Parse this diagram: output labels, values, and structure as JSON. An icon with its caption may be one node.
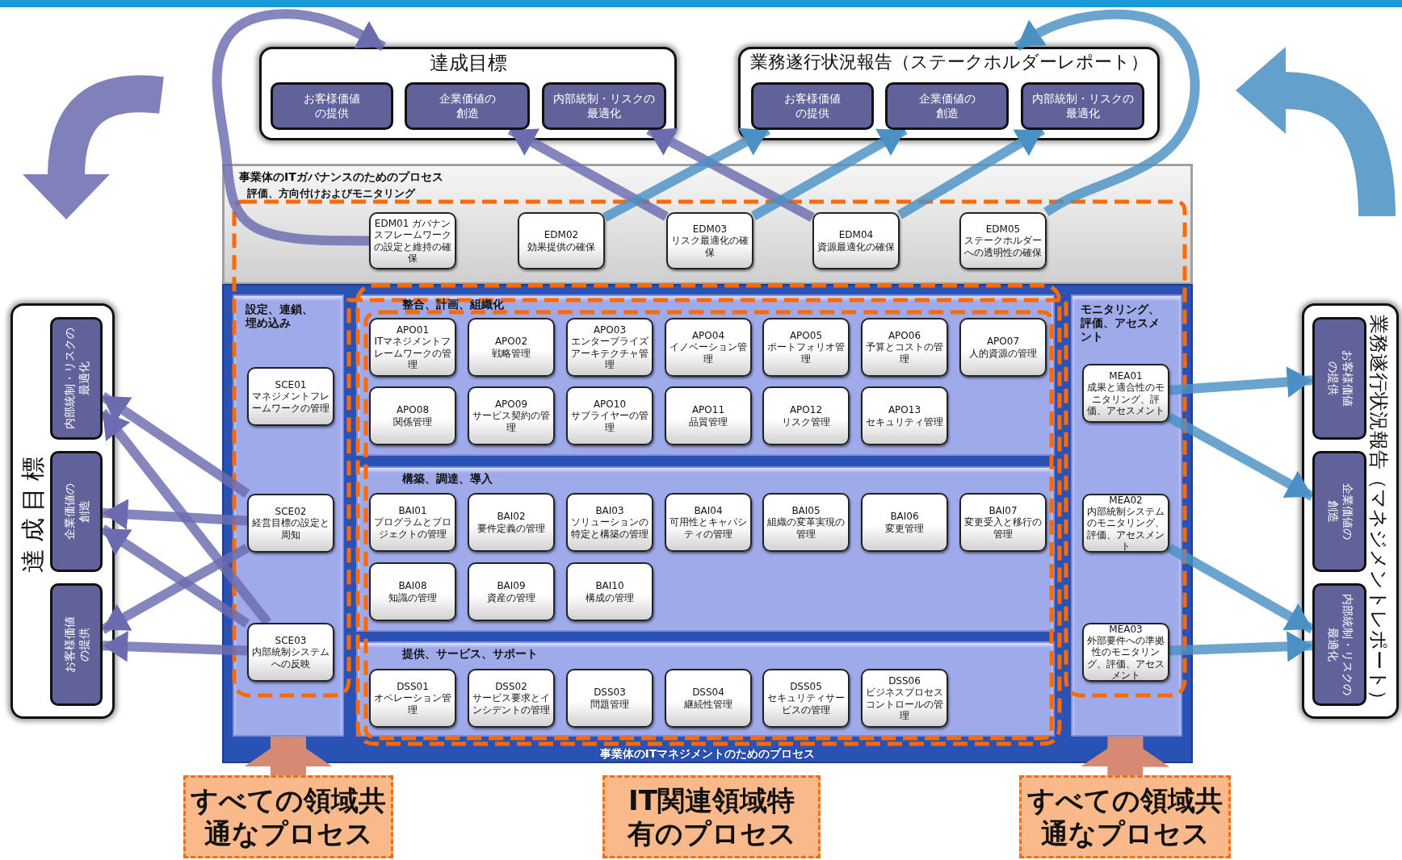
{
  "diagram": {
    "nodes": [
      {
        "text": [
          "達成目標"
        ]
      },
      {
        "text": [
          "お客様価値の提供"
        ],
        "in": 0
      },
      {
        "text": [
          "企業価値の創造"
        ],
        "in": 0
      },
      {
        "text": [
          "内部統制・リスクの最適化"
        ],
        "in": 0
      },
      {
        "text": [
          "業務遂行状況報告（ステークホルダーレポート）"
        ]
      },
      {
        "text": [
          "お客様価値の提供"
        ],
        "in": 4
      },
      {
        "text": [
          "企業価値の創造"
        ],
        "in": 4
      },
      {
        "text": [
          "内部統制・リスクの最適化"
        ],
        "in": 4
      },
      {
        "text": [
          "事業体のITガバナンスのためのプロセス",
          "評価、方向付けおよびモニタリング"
        ]
      },
      {
        "text": [
          "EDM01 ガバナンスフレームワークの設定と維持の確保"
        ],
        "in": 8
      },
      {
        "text": [
          "EDM02",
          "効果提供の確保"
        ],
        "in": 8
      },
      {
        "text": [
          "EDM03",
          "リスク最適化の確保"
        ],
        "in": 8
      },
      {
        "text": [
          "EDM04",
          "資源最適化の確保"
        ],
        "in": 8
      },
      {
        "text": [
          "EDM05",
          "ステークホルダーへの透明性の確保"
        ],
        "in": 8
      },
      {
        "text": [
          "事業体のITマネジメントのためのプロセス"
        ]
      },
      {
        "text": [
          "設定、連鎖、埋め込み"
        ],
        "in": 14
      },
      {
        "text": [
          "SCE01",
          "マネジメントフレームワークの管理"
        ],
        "in": 15
      },
      {
        "text": [
          "SCE02",
          "経営目標の設定と周知"
        ],
        "in": 15
      },
      {
        "text": [
          "SCE03",
          "内部統制システムへの反映"
        ],
        "in": 15
      },
      {
        "text": [
          "整合、計画、組織化"
        ],
        "in": 14
      },
      {
        "text": [
          "APO01",
          "ITマネジメントフレームワークの管理"
        ],
        "in": 19
      },
      {
        "text": [
          "APO02",
          "戦略管理"
        ],
        "in": 19
      },
      {
        "text": [
          "APO03",
          "エンタープライズアーキテクチャ管理"
        ],
        "in": 19
      },
      {
        "text": [
          "APO04",
          "イノベーション管理"
        ],
        "in": 19
      },
      {
        "text": [
          "APO05",
          "ポートフォリオ管理"
        ],
        "in": 19
      },
      {
        "text": [
          "APO06",
          "予算とコストの管理"
        ],
        "in": 19
      },
      {
        "text": [
          "APO07",
          "人的資源の管理"
        ],
        "in": 19
      },
      {
        "text": [
          "APO08",
          "関係管理"
        ],
        "in": 19
      },
      {
        "text": [
          "APO09",
          "サービス契約の管理"
        ],
        "in": 19
      },
      {
        "text": [
          "APO10",
          "サプライヤーの管理"
        ],
        "in": 19
      },
      {
        "text": [
          "APO11",
          "品質管理"
        ],
        "in": 19
      },
      {
        "text": [
          "APO12",
          "リスク管理"
        ],
        "in": 19
      },
      {
        "text": [
          "APO13",
          "セキュリティ管理"
        ],
        "in": 19
      },
      {
        "text": [
          "構築、調達、導入"
        ],
        "in": 14
      },
      {
        "text": [
          "BAI01",
          "プログラムとプロジェクトの管理"
        ],
        "in": 33
      },
      {
        "text": [
          "BAI02",
          "要件定義の管理"
        ],
        "in": 33
      },
      {
        "text": [
          "BAI03",
          "ソリューションの特定と構築の管理"
        ],
        "in": 33
      },
      {
        "text": [
          "BAI04",
          "可用性とキャパシティの管理"
        ],
        "in": 33
      },
      {
        "text": [
          "BAI05",
          "組織の変革実現の管理"
        ],
        "in": 33
      },
      {
        "text": [
          "BAI06",
          "変更管理"
        ],
        "in": 33
      },
      {
        "text": [
          "BAI07",
          "変更受入と移行の管理"
        ],
        "in": 33
      },
      {
        "text": [
          "BAI08",
          "知識の管理"
        ],
        "in": 33
      },
      {
        "text": [
          "BAI09",
          "資産の管理"
        ],
        "in": 33
      },
      {
        "text": [
          "BAI10",
          "構成の管理"
        ],
        "in": 33
      },
      {
        "text": [
          "提供、サービス、サポート"
        ],
        "in": 14
      },
      {
        "text": [
          "DSS01",
          "オペレーション管理"
        ],
        "in": 44
      },
      {
        "text": [
          "DSS02",
          "サービス要求とインシデントの管理"
        ],
        "in": 44
      },
      {
        "text": [
          "DSS03",
          "問題管理"
        ],
        "in": 44
      },
      {
        "text": [
          "DSS04",
          "継続性管理"
        ],
        "in": 44
      },
      {
        "text": [
          "DSS05",
          "セキュリティサービスの管理"
        ],
        "in": 44
      },
      {
        "text": [
          "DSS06",
          "ビジネスプロセスコントロールの管理"
        ],
        "in": 44
      },
      {
        "text": [
          "モニタリング、評価、アセスメント"
        ],
        "in": 14
      },
      {
        "text": [
          "MEA01",
          "成果と適合性のモニタリング、評価、アセスメント"
        ],
        "in": 51
      },
      {
        "text": [
          "MEA02",
          "内部統制システムのモニタリング、評価、アセスメント"
        ],
        "in": 51
      },
      {
        "text": [
          "MEA03",
          "外部要件への準拠性のモニタリング、評価、アセスメント"
        ],
        "in": 51
      },
      {
        "text": [
          "達成目標"
        ]
      },
      {
        "text": [
          "内部統制・リスクの最適化"
        ],
        "in": 55
      },
      {
        "text": [
          "企業価値の創造"
        ],
        "in": 55
      },
      {
        "text": [
          "お客様価値の提供"
        ],
        "in": 55
      },
      {
        "text": [
          "業務遂行状況報告（マネジメントレポート）"
        ]
      },
      {
        "text": [
          "お客様価値の提供"
        ],
        "in": 59
      },
      {
        "text": [
          "企業価値の創造"
        ],
        "in": 59
      },
      {
        "text": [
          "内部統制・リスクの最適化"
        ],
        "in": 59
      },
      {
        "text": [
          "すべての領域共通なプロセス"
        ]
      },
      {
        "text": [
          "IT関連領域特有のプロセス"
        ]
      },
      {
        "text": [
          "すべての領域共通なプロセス"
        ]
      }
    ],
    "edges": [
      {
        "from": 9,
        "to": 0,
        "arrow": "to",
        "color": "#6b6bb0"
      },
      {
        "from": 11,
        "to": 2,
        "arrow": "to",
        "color": "#6b6bb0"
      },
      {
        "from": 12,
        "to": 3,
        "arrow": "to",
        "color": "#6b6bb0"
      },
      {
        "from": 10,
        "to": 5,
        "arrow": "to",
        "color": "#4a90c4"
      },
      {
        "from": 11,
        "to": 6,
        "arrow": "to",
        "color": "#4a90c4"
      },
      {
        "from": 12,
        "to": 7,
        "arrow": "to",
        "color": "#4a90c4"
      },
      {
        "from": 13,
        "to": 4,
        "arrow": "to",
        "color": "#4a90c4"
      },
      {
        "from": 17,
        "to": 56,
        "arrow": "to",
        "color": "#6b6bb0"
      },
      {
        "from": 17,
        "to": 57,
        "arrow": "to",
        "color": "#6b6bb0"
      },
      {
        "from": 17,
        "to": 58,
        "arrow": "to",
        "color": "#6b6bb0"
      },
      {
        "from": 18,
        "to": 56,
        "arrow": "to",
        "color": "#6b6bb0"
      },
      {
        "from": 18,
        "to": 57,
        "arrow": "to",
        "color": "#6b6bb0"
      },
      {
        "from": 18,
        "to": 58,
        "arrow": "to",
        "color": "#6b6bb0"
      },
      {
        "from": 52,
        "to": 60,
        "arrow": "to",
        "color": "#4a90c4"
      },
      {
        "from": 52,
        "to": 61,
        "arrow": "to",
        "color": "#4a90c4"
      },
      {
        "from": 53,
        "to": 62,
        "arrow": "to",
        "color": "#4a90c4"
      },
      {
        "from": 54,
        "to": 62,
        "arrow": "to",
        "color": "#4a90c4"
      },
      {
        "from": 63,
        "to": 15,
        "arrow": "to",
        "style": "thick",
        "color": "#d68a74"
      },
      {
        "from": 65,
        "to": 51,
        "arrow": "to",
        "style": "thick",
        "color": "#d68a74"
      }
    ]
  }
}
